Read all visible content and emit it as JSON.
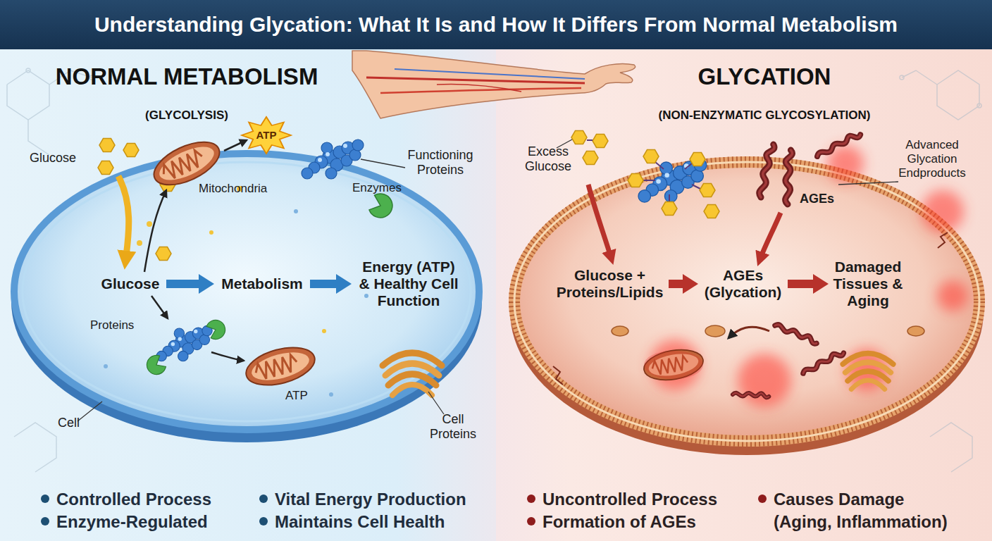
{
  "diagram": {
    "title": "Understanding Glycation: What It Is and How It Differs From Normal Metabolism",
    "nodes": [
      {
        "text": [
          "NORMAL METABOLISM",
          "(GLYCOLYSIS)"
        ]
      },
      {
        "text": [
          "Glucose"
        ],
        "in": 0
      },
      {
        "text": [
          "Metabolism"
        ],
        "in": 0
      },
      {
        "text": [
          "Energy (ATP) & Healthy Cell Function"
        ],
        "in": 0
      },
      {
        "text": [
          "GLYCATION",
          "(NON-ENZYMATIC GLYCOSYLATION)"
        ]
      },
      {
        "text": [
          "Glucose + Proteins/Lipids"
        ],
        "in": 4
      },
      {
        "text": [
          "AGEs (Glycation)"
        ],
        "in": 4
      },
      {
        "text": [
          "Damaged Tissues & Aging"
        ],
        "in": 4
      }
    ],
    "edges": [
      {
        "from": 1,
        "to": 2,
        "arrow": "to"
      },
      {
        "from": 2,
        "to": 3,
        "arrow": "to"
      },
      {
        "from": 5,
        "to": 6,
        "arrow": "to"
      },
      {
        "from": 6,
        "to": 7,
        "arrow": "to"
      }
    ],
    "labels": [
      "Glucose",
      "Functioning Proteins",
      "ATP",
      "Mitochondria",
      "Enzymes",
      "Proteins",
      "ATP",
      "Cell",
      "Cell Proteins",
      "Controlled Process",
      "Enzyme-Regulated",
      "Vital Energy Production",
      "Maintains Cell Health",
      "Excess Glucose",
      "Advanced Glycation Endproducts",
      "AGEs",
      "Uncontrolled Process",
      "Formation of AGEs",
      "Causes Damage (Aging, Inflammation)"
    ]
  }
}
